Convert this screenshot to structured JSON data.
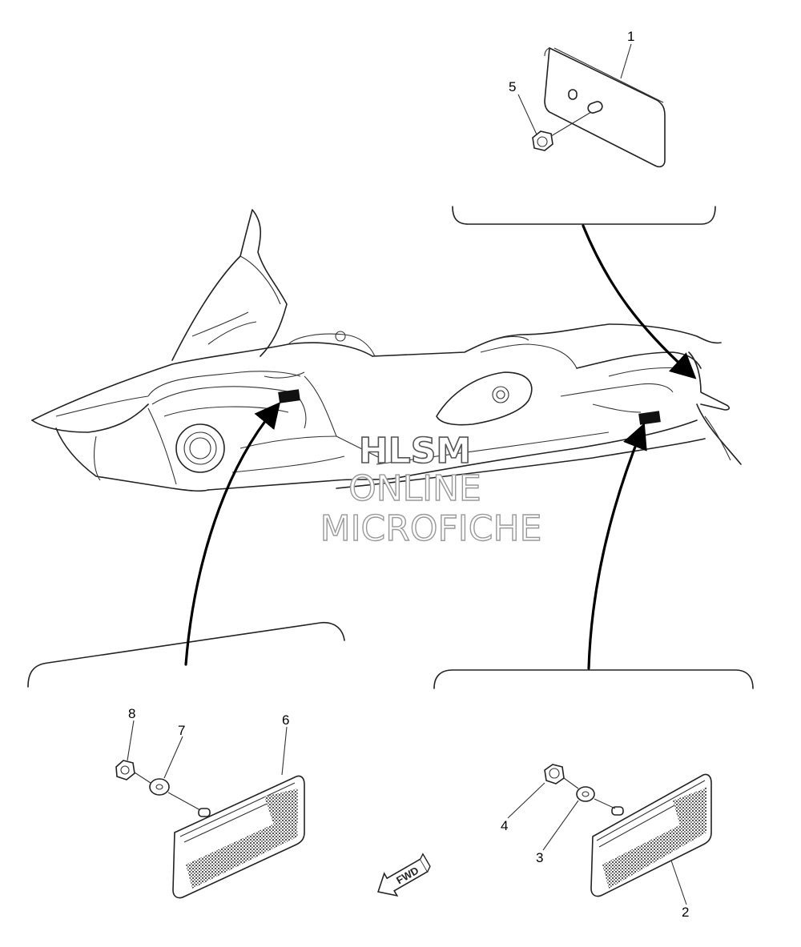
{
  "watermark": {
    "line1": "HLSM",
    "line2": "ONLINE",
    "line3": "MICROFICHE"
  },
  "callouts": [
    "1",
    "2",
    "3",
    "4",
    "5",
    "6",
    "7",
    "8"
  ],
  "fwd_label": "FWD",
  "icons": {
    "fwd": "fwd-arrow-icon"
  }
}
